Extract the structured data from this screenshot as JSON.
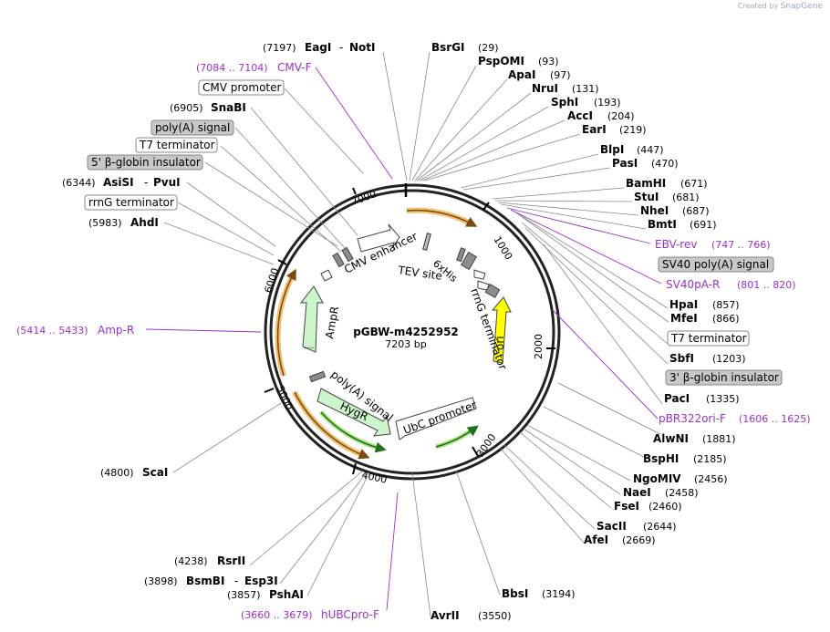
{
  "watermark": {
    "prefix": "Created by",
    "brand": "SnapGene"
  },
  "plasmid": {
    "name": "pGBW-m4252952",
    "length_label": "7203 bp",
    "total_bp": 7203
  },
  "tick_labels": [
    "1000",
    "2000",
    "3000",
    "4000",
    "5000",
    "6000",
    "7000"
  ],
  "sites_left": [
    {
      "pos": "(7197)",
      "name": "EagI",
      "name2": "NotI"
    },
    {
      "pos": "(6905)",
      "name": "SnaBI"
    },
    {
      "pos": "(6344)",
      "name": "AsiSI",
      "name2": "PvuI"
    },
    {
      "pos": "(5983)",
      "name": "AhdI"
    },
    {
      "pos": "(4800)",
      "name": "ScaI"
    },
    {
      "pos": "(4238)",
      "name": "RsrII"
    },
    {
      "pos": "(3898)",
      "name": "BsmBI",
      "name2": "Esp3I"
    },
    {
      "pos": "(3857)",
      "name": "PshAI"
    }
  ],
  "sites_right": [
    {
      "name": "BsrGI",
      "pos": "(29)"
    },
    {
      "name": "PspOMI",
      "pos": "(93)"
    },
    {
      "name": "ApaI",
      "pos": "(97)"
    },
    {
      "name": "NruI",
      "pos": "(131)"
    },
    {
      "name": "SphI",
      "pos": "(193)"
    },
    {
      "name": "AccI",
      "pos": "(204)"
    },
    {
      "name": "EarI",
      "pos": "(219)"
    },
    {
      "name": "BlpI",
      "pos": "(447)"
    },
    {
      "name": "PasI",
      "pos": "(470)"
    },
    {
      "name": "BamHI",
      "pos": "(671)"
    },
    {
      "name": "StuI",
      "pos": "(681)"
    },
    {
      "name": "NheI",
      "pos": "(687)"
    },
    {
      "name": "BmtI",
      "pos": "(691)"
    },
    {
      "name": "HpaI",
      "pos": "(857)"
    },
    {
      "name": "MfeI",
      "pos": "(866)"
    },
    {
      "name": "SbfI",
      "pos": "(1203)"
    },
    {
      "name": "PacI",
      "pos": "(1335)"
    },
    {
      "name": "AlwNI",
      "pos": "(1881)"
    },
    {
      "name": "BspHI",
      "pos": "(2185)"
    },
    {
      "name": "NgoMIV",
      "pos": "(2456)"
    },
    {
      "name": "NaeI",
      "pos": "(2458)"
    },
    {
      "name": "FseI",
      "pos": "(2460)"
    },
    {
      "name": "SacII",
      "pos": "(2644)"
    },
    {
      "name": "AfeI",
      "pos": "(2669)"
    },
    {
      "name": "BbsI",
      "pos": "(3194)"
    },
    {
      "name": "AvrII",
      "pos": "(3550)"
    }
  ],
  "primers": [
    {
      "range": "(7084 .. 7104)",
      "name": "CMV-F"
    },
    {
      "name": "EBV-rev",
      "range": "(747 .. 766)"
    },
    {
      "name": "SV40pA-R",
      "range": "(801 .. 820)"
    },
    {
      "name": "pBR322ori-F",
      "range": "(1606 .. 1625)"
    },
    {
      "range": "(5414 .. 5433)",
      "name": "Amp-R"
    },
    {
      "range": "(3660 .. 3679)",
      "name": "hUBCpro-F"
    }
  ],
  "boxed_labels": [
    {
      "text": "CMV promoter",
      "style": "white"
    },
    {
      "text": "poly(A) signal",
      "style": "gray"
    },
    {
      "text": "T7 terminator",
      "style": "white"
    },
    {
      "text": "5' β-globin insulator",
      "style": "gray"
    },
    {
      "text": "rrnG terminator",
      "style": "white"
    },
    {
      "text": "SV40 poly(A) signal",
      "style": "gray"
    },
    {
      "text": "T7 terminator",
      "style": "white"
    },
    {
      "text": "3' β-globin insulator",
      "style": "gray"
    }
  ],
  "inner_labels": {
    "cmv_enhancer": "CMV enhancer",
    "tev_site": "TEV site",
    "his": "6xHis",
    "rrng": "rrnG terminator",
    "ori": "ori",
    "ampr": "AmpR",
    "ampr_promoter": "....",
    "polya": "poly(A) signal",
    "hygr": "HygR",
    "ubc": "UbC promoter"
  },
  "colors": {
    "primer": "#9b30c8",
    "ampr": "#ccf5cc",
    "ori": "#ffff00",
    "orf_arrow": "#f0a030",
    "gray_box": "#c8c8c8",
    "feature_gray": "#8c8c8c"
  }
}
